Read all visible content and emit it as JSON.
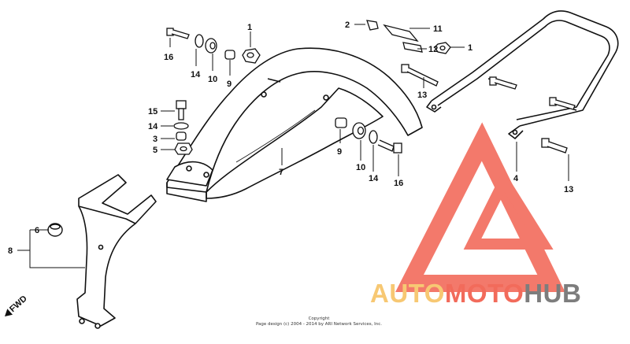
{
  "callouts": {
    "c1_top": "1",
    "c2": "2",
    "c11": "11",
    "c12": "12",
    "c1_right": "1",
    "c16_top": "16",
    "c14_top": "14",
    "c10_top": "10",
    "c9_top": "9",
    "c15": "15",
    "c14_mid": "14",
    "c3": "3",
    "c5": "5",
    "c9_mid": "9",
    "c10_mid": "10",
    "c14_lower": "14",
    "c16_lower": "16",
    "c7": "7",
    "c13_top": "13",
    "c4": "4",
    "c13_lower": "13",
    "c6": "6",
    "c8": "8"
  },
  "fwd_label": "FWD",
  "copyright": {
    "line1": "Copyright",
    "line2": "Page design (c) 2004 - 2014 by ARI Network Services, Inc."
  },
  "watermark": {
    "part_auto": "AUTO",
    "part_moto": "MOTO",
    "part_hub": "HUB",
    "color_red": "#f26b5b",
    "color_yellow": "#f7c873",
    "color_gray": "#7d7d7d"
  }
}
